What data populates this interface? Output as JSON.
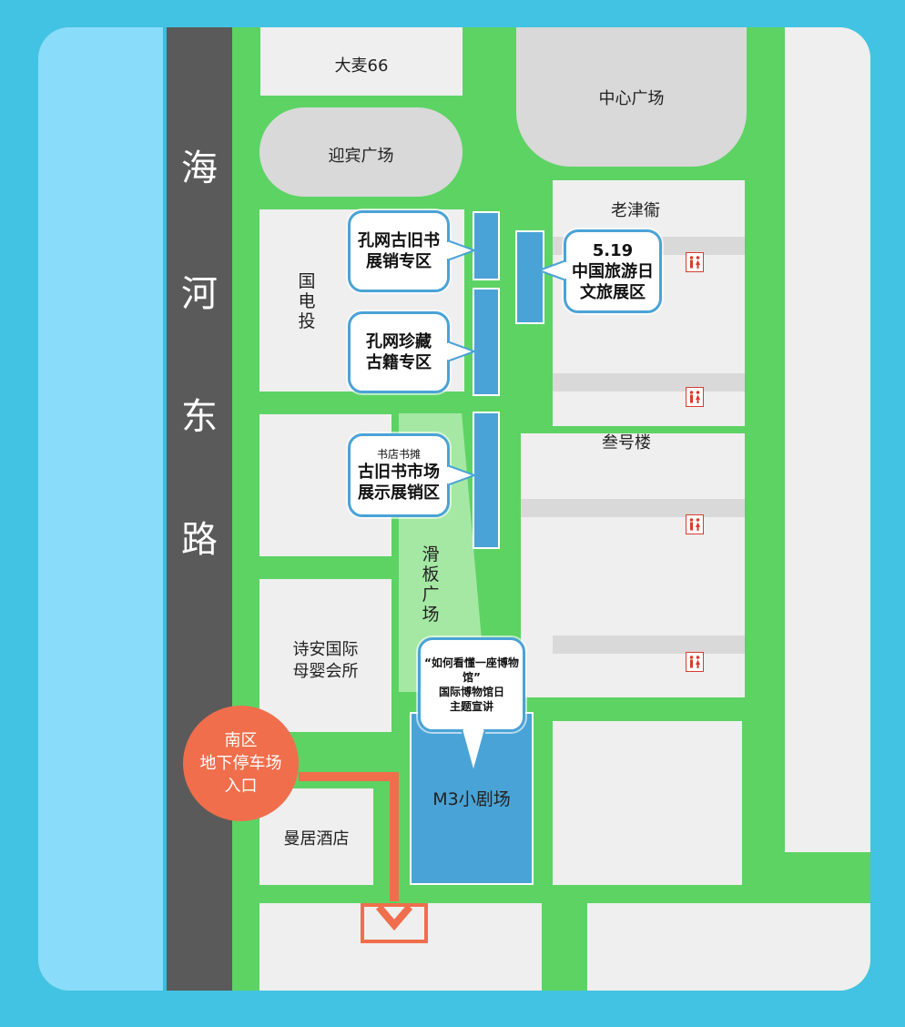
{
  "road": {
    "name_chars": [
      "海",
      "河",
      "东",
      "路"
    ]
  },
  "places": {
    "damai": "大麦66",
    "yingbin": "迎宾广场",
    "center": "中心广场",
    "laojinwei": "老津衞",
    "guodiantou": [
      "国",
      "电",
      "投"
    ],
    "sanhao": "叁号楼",
    "skate": [
      "滑",
      "板",
      "广",
      "场"
    ],
    "shian_line1": "诗安国际",
    "shian_line2": "母婴会所",
    "manju": "曼居酒店",
    "m3": "M3小剧场"
  },
  "callouts": {
    "kongwang_old": [
      "孔网古旧书",
      "展销专区"
    ],
    "kongwang_rare": [
      "孔网珍藏",
      "古籍专区"
    ],
    "bookstall": {
      "small": "书店书摊",
      "lines": [
        "古旧书市场",
        "展示展销区"
      ]
    },
    "tourism": [
      "5.19",
      "中国旅游日",
      "文旅展区"
    ],
    "museum": [
      "“如何看懂一座博物馆”",
      "国际博物馆日",
      "主题宣讲"
    ]
  },
  "parking": [
    "南区",
    "地下停车场",
    "入口"
  ],
  "colors": {
    "background": "#43c3e3",
    "grass": "#5dd364",
    "river": "#8adcfb",
    "road": "#5a5a5a",
    "building": "#efefef",
    "zone": "#4aa3d6",
    "parking": "#f06e4c",
    "skate": "#a5e8a3",
    "restroom": "#d93b2e"
  },
  "icons": [
    "restroom-icon",
    "arrow-down-icon"
  ]
}
